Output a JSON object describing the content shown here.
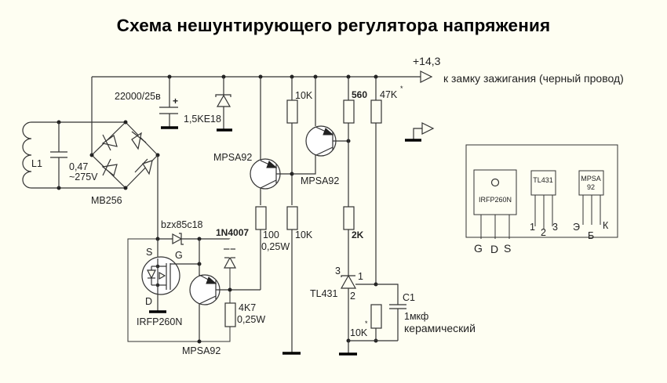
{
  "title": "Схема нешунтирующего регулятора напряжения",
  "supply": {
    "voltage_label": "+14,3",
    "destination_label": "к замку зажигания (черный провод)"
  },
  "components": {
    "inductor": {
      "ref": "L1"
    },
    "cap_ac": {
      "value": "0,47",
      "rating": "~275V"
    },
    "bridge": {
      "ref": "MB256"
    },
    "cap_main": {
      "value": "22000/25в",
      "polarity": "+"
    },
    "tvs": {
      "ref": "1,5KE18"
    },
    "r_10k_top": {
      "value": "10K"
    },
    "r_560": {
      "value": "560"
    },
    "r_47k": {
      "value": "47K",
      "mark": "*"
    },
    "q_mpsa92_left": {
      "ref": "MPSA92"
    },
    "q_mpsa92_right": {
      "ref": "MPSA92"
    },
    "r_100": {
      "value": "100",
      "power": "0,25W"
    },
    "r_10k_mid": {
      "value": "10K"
    },
    "r_2k": {
      "value": "2K"
    },
    "tl431": {
      "ref": "TL431",
      "pin3": "3",
      "pin1": "1",
      "pin2": "2"
    },
    "c1": {
      "ref": "C1",
      "value": "1мкф",
      "type": "керамический"
    },
    "r_10k_bottom": {
      "value": "10K",
      "mark": "*"
    },
    "zener_gate": {
      "ref": "bzx85c18"
    },
    "diode_1n4007": {
      "ref": "1N4007"
    },
    "mosfet": {
      "ref": "IRFP260N",
      "pin_s": "S",
      "pin_g": "G",
      "pin_d": "D"
    },
    "q_mpsa92_bottom": {
      "ref": "MPSA92"
    },
    "r_4k7": {
      "value": "4K7",
      "power": "0,25W"
    }
  },
  "pinout": {
    "irfp260n": {
      "label": "IRFP260N",
      "pins": [
        "G",
        "D",
        "S"
      ]
    },
    "tl431": {
      "label": "TL431",
      "pins": [
        "1",
        "2",
        "3"
      ]
    },
    "mpsa92": {
      "label_line1": "MPSA",
      "label_line2": "92",
      "pins": [
        "Э",
        "Б",
        "К"
      ]
    }
  }
}
